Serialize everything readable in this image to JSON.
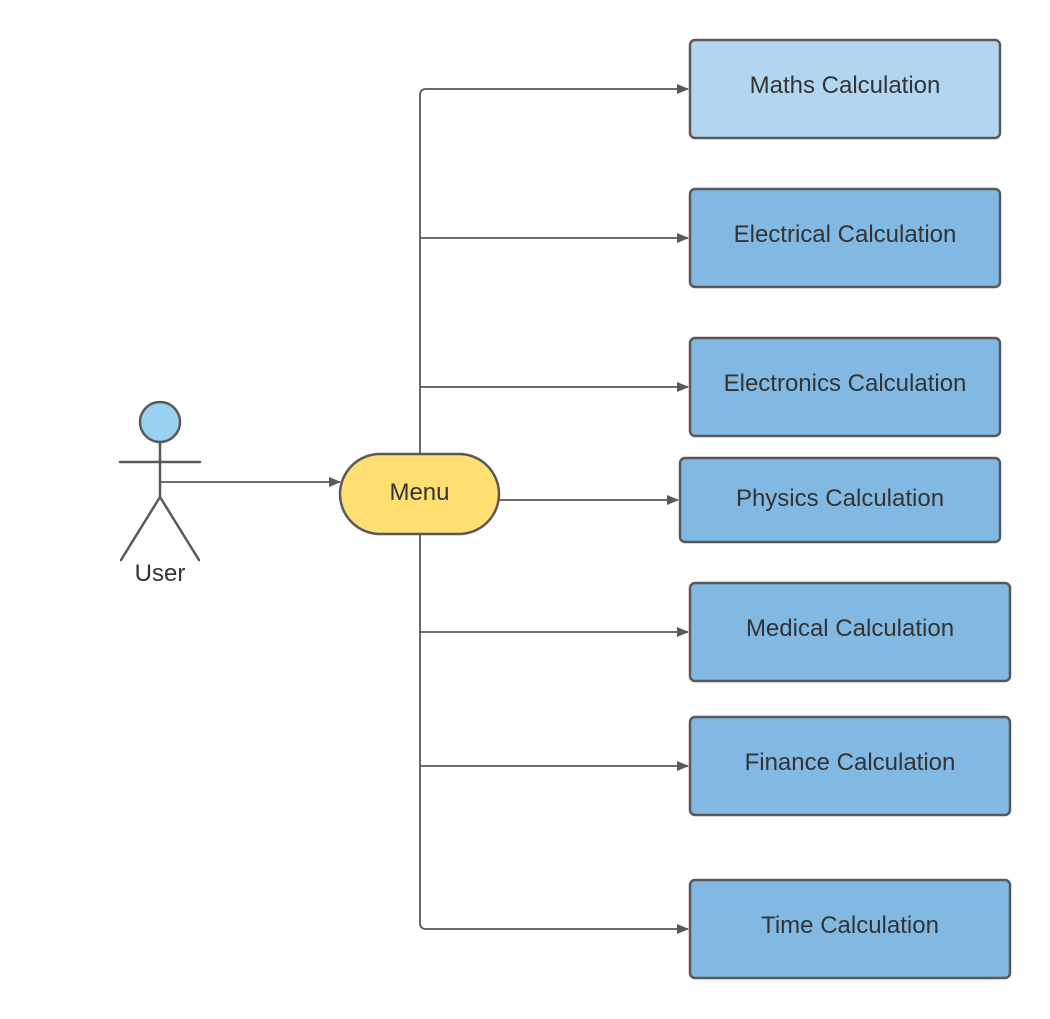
{
  "diagram": {
    "type": "use-case",
    "colors": {
      "stroke": "#595959",
      "text": "#333333",
      "actor_head": "#99d1f2",
      "menu_fill": "#ffdf71",
      "box_primary": "#b2d6f0",
      "box_secondary": "#81b9e3"
    },
    "actor": {
      "label": "User"
    },
    "menu": {
      "label": "Menu"
    },
    "options": [
      {
        "label": "Maths Calculation",
        "fill": "#b2d6f0"
      },
      {
        "label": "Electrical Calculation",
        "fill": "#81b9e3"
      },
      {
        "label": "Electronics Calculation",
        "fill": "#81b9e3"
      },
      {
        "label": "Physics Calculation",
        "fill": "#81b9e3"
      },
      {
        "label": "Medical Calculation",
        "fill": "#81b9e3"
      },
      {
        "label": "Finance Calculation",
        "fill": "#81b9e3"
      },
      {
        "label": "Time Calculation",
        "fill": "#81b9e3"
      }
    ]
  }
}
